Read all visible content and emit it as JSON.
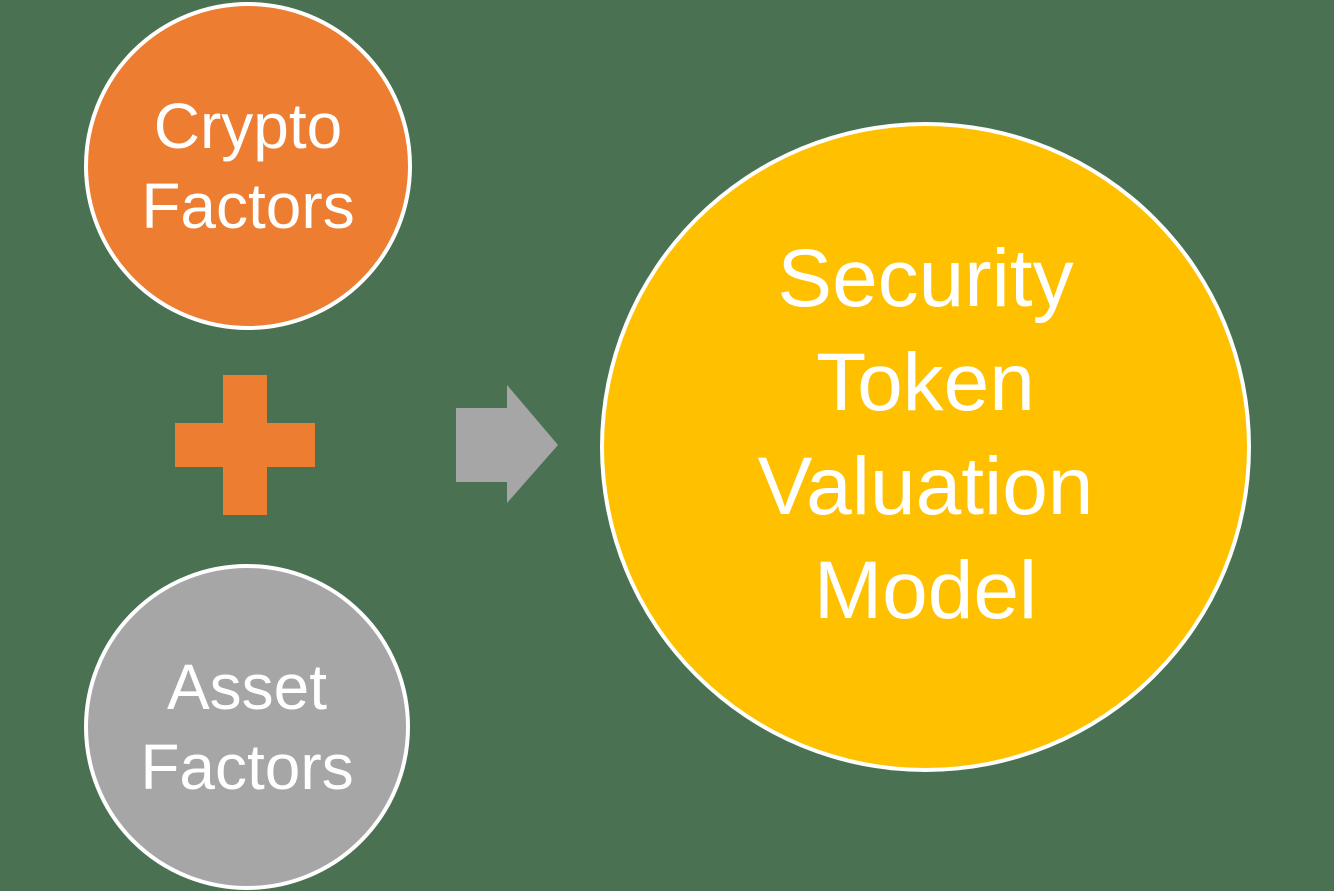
{
  "canvas": {
    "background_color": "#4A7152"
  },
  "nodes": {
    "crypto": {
      "label": "Crypto\nFactors",
      "fill": "#ED7D31",
      "text_color": "#FFFFFF"
    },
    "asset": {
      "label": "Asset\nFactors",
      "fill": "#A6A6A6",
      "text_color": "#FFFFFF"
    },
    "model": {
      "label": "Security\nToken\nValuation\nModel",
      "fill": "#FFC000",
      "text_color": "#FFFFFF"
    }
  },
  "operators": {
    "plus": {
      "fill": "#ED7D31"
    },
    "arrow": {
      "fill": "#A6A6A6"
    }
  }
}
